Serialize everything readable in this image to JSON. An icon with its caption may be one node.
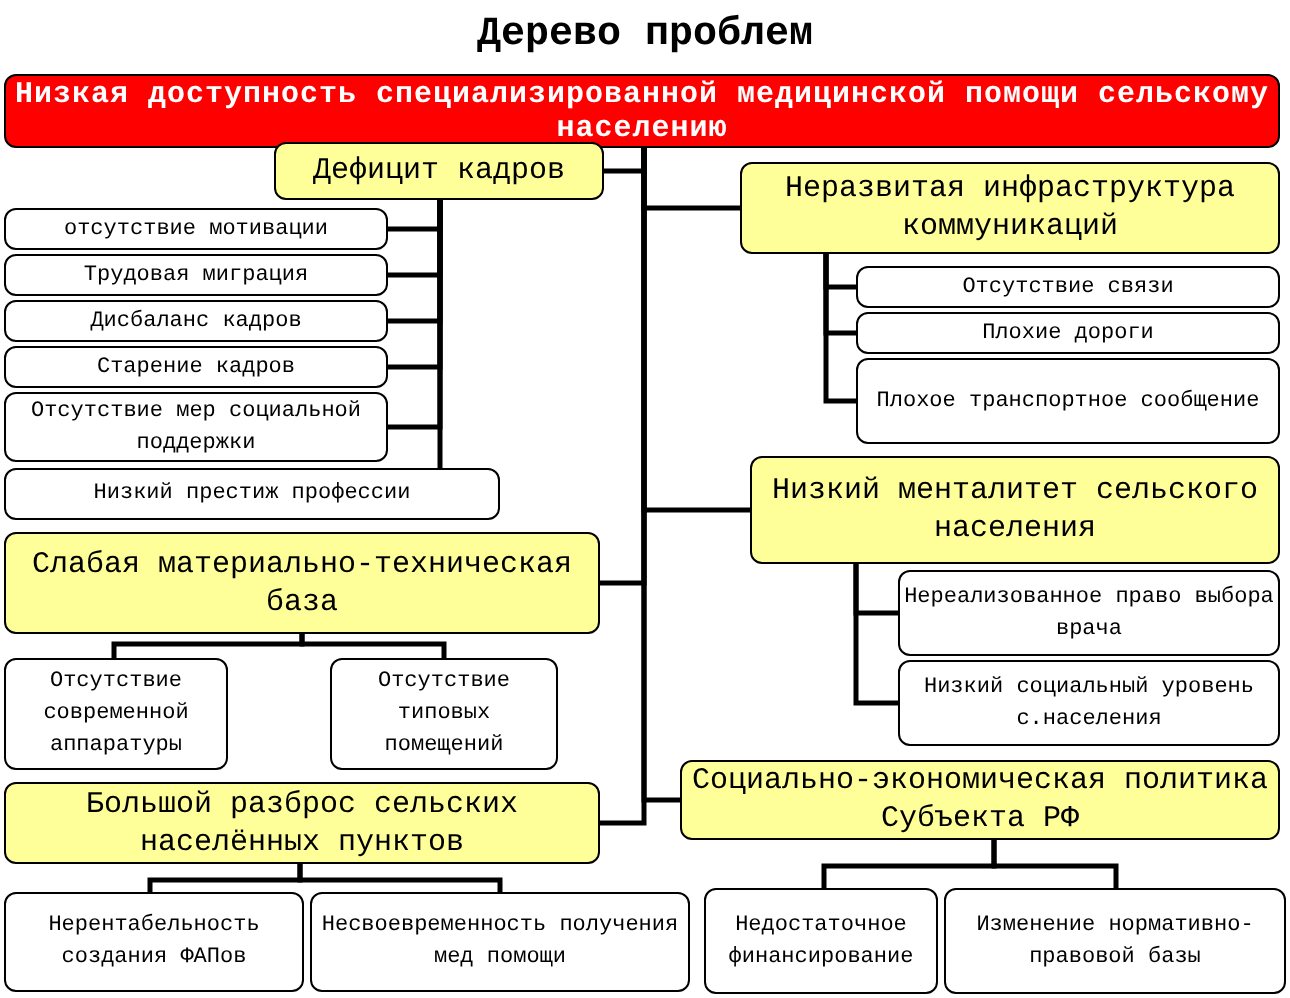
{
  "diagram": {
    "title": "Дерево проблем",
    "nodes": [
      {
        "text": [
          "Низкая доступность специализированной медицинской помощи сельскому населению"
        ]
      },
      {
        "text": [
          "Дефицит кадров"
        ]
      },
      {
        "text": [
          "отсутствие мотивации"
        ]
      },
      {
        "text": [
          "Трудовая миграция"
        ]
      },
      {
        "text": [
          "Дисбаланс кадров"
        ]
      },
      {
        "text": [
          "Старение кадров"
        ]
      },
      {
        "text": [
          "Отсутствие мер социальной поддержки"
        ]
      },
      {
        "text": [
          "Низкий престиж профессии"
        ]
      },
      {
        "text": [
          "Неразвитая инфраструктура коммуникаций"
        ]
      },
      {
        "text": [
          "Отсутствие связи"
        ]
      },
      {
        "text": [
          "Плохие дороги"
        ]
      },
      {
        "text": [
          "Плохое транспортное сообщение"
        ]
      },
      {
        "text": [
          "Низкий менталитет сельского населения"
        ]
      },
      {
        "text": [
          "Слабая материально-техническая база"
        ]
      },
      {
        "text": [
          "Отсутствие современной аппаратуры"
        ]
      },
      {
        "text": [
          "Отсутствие типовых помещений"
        ]
      },
      {
        "text": [
          "Нереализованное право выбора врача"
        ]
      },
      {
        "text": [
          "Низкий социальный уровень с.населения"
        ]
      },
      {
        "text": [
          "Социально-экономическая политика Субъекта РФ"
        ]
      },
      {
        "text": [
          "Большой разброс сельских населённых пунктов"
        ]
      },
      {
        "text": [
          "Нерентабельность создания ФАПов"
        ]
      },
      {
        "text": [
          "Несвоевременность получения мед помощи"
        ]
      },
      {
        "text": [
          "Недостаточное финансирование"
        ]
      },
      {
        "text": [
          "Изменение нормативно-правовой базы"
        ]
      }
    ],
    "edges": [
      {
        "from": 0,
        "to": 1,
        "arrow": "none"
      },
      {
        "from": 0,
        "to": 8,
        "arrow": "none"
      },
      {
        "from": 0,
        "to": 12,
        "arrow": "none"
      },
      {
        "from": 0,
        "to": 13,
        "arrow": "none"
      },
      {
        "from": 0,
        "to": 18,
        "arrow": "none"
      },
      {
        "from": 0,
        "to": 19,
        "arrow": "none"
      },
      {
        "from": 1,
        "to": 2,
        "arrow": "none"
      },
      {
        "from": 1,
        "to": 3,
        "arrow": "none"
      },
      {
        "from": 1,
        "to": 4,
        "arrow": "none"
      },
      {
        "from": 1,
        "to": 5,
        "arrow": "none"
      },
      {
        "from": 1,
        "to": 6,
        "arrow": "none"
      },
      {
        "from": 1,
        "to": 7,
        "arrow": "none"
      },
      {
        "from": 8,
        "to": 9,
        "arrow": "none"
      },
      {
        "from": 8,
        "to": 10,
        "arrow": "none"
      },
      {
        "from": 8,
        "to": 11,
        "arrow": "none"
      },
      {
        "from": 12,
        "to": 16,
        "arrow": "none"
      },
      {
        "from": 12,
        "to": 17,
        "arrow": "none"
      },
      {
        "from": 13,
        "to": 14,
        "arrow": "none"
      },
      {
        "from": 13,
        "to": 15,
        "arrow": "none"
      },
      {
        "from": 19,
        "to": 20,
        "arrow": "none"
      },
      {
        "from": 19,
        "to": 21,
        "arrow": "none"
      },
      {
        "from": 18,
        "to": 22,
        "arrow": "none"
      },
      {
        "from": 18,
        "to": 23,
        "arrow": "none"
      }
    ]
  }
}
